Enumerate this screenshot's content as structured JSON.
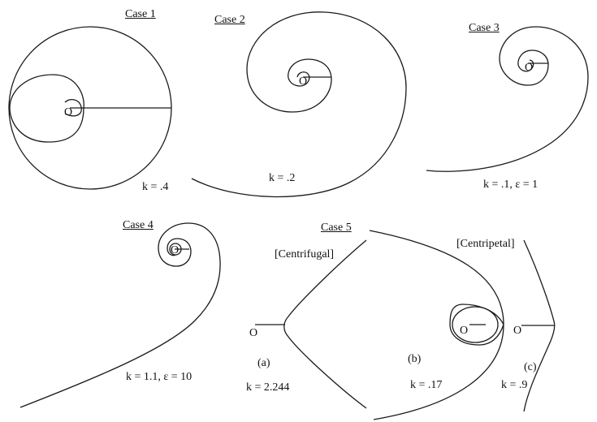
{
  "cases": [
    {
      "title": "Case 1",
      "param": "k = .4",
      "origin": "O"
    },
    {
      "title": "Case 2",
      "param": "k = .2",
      "origin": "O"
    },
    {
      "title": "Case 3",
      "param": "k = .1, ε = 1",
      "origin": "O"
    },
    {
      "title": "Case 4",
      "param": "k = 1.1, ε = 10",
      "origin": "O"
    },
    {
      "title": "Case 5",
      "sub": [
        {
          "group": "[Centrifugal]",
          "label": "(a)",
          "param": "k = 2.244",
          "origin": "O"
        },
        {
          "group": "[Centripetal]",
          "label": "(b)",
          "param": "k = .17",
          "origin": "O"
        },
        {
          "group": "",
          "label": "(c)",
          "param": "k = .9",
          "origin": "O"
        }
      ]
    }
  ],
  "colors": {
    "stroke": "#1a1a1a",
    "background": "#ffffff"
  }
}
